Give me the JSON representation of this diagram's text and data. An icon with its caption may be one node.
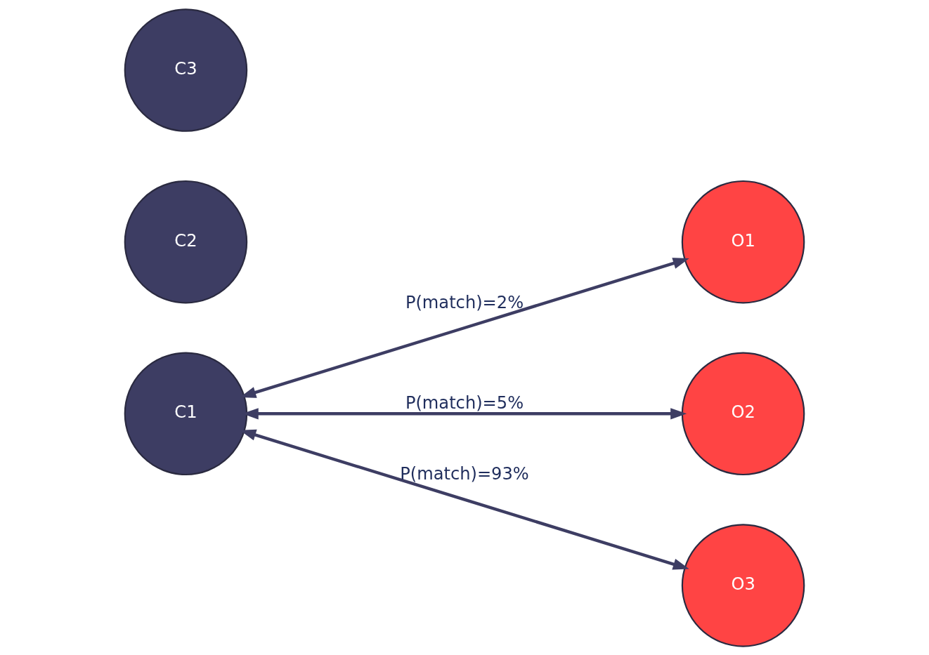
{
  "diagram": {
    "nodes": [
      {
        "text": [
          "C1"
        ]
      },
      {
        "text": [
          "C2"
        ]
      },
      {
        "text": [
          "C3"
        ]
      },
      {
        "text": [
          "O1"
        ]
      },
      {
        "text": [
          "O2"
        ]
      },
      {
        "text": [
          "O3"
        ]
      }
    ],
    "edges": [
      {
        "from": 0,
        "to": 3,
        "arrow": "both",
        "label": "P(match)=2%"
      },
      {
        "from": 0,
        "to": 4,
        "arrow": "both",
        "label": "P(match)=5%"
      },
      {
        "from": 0,
        "to": 5,
        "arrow": "both",
        "label": "P(match)=93%"
      }
    ]
  }
}
